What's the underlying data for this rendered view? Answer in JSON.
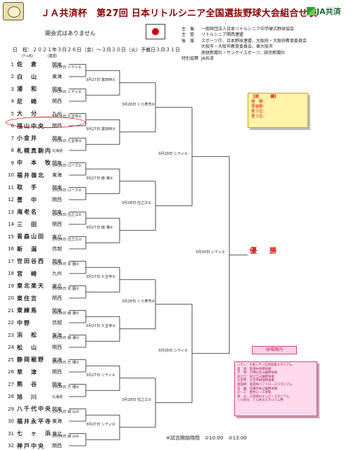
{
  "header": {
    "title": "ＪＡ共済杯　第27回 日本リトルシニア全国選抜野球大会組合せ表",
    "ja_logo_text": "JA共済",
    "ceremony_note": "開会式はありません"
  },
  "info_lines": [
    {
      "key": "主　催",
      "value": "一般財団法人日本リトルシニア中学硬式野球協会"
    },
    {
      "key": "主　管",
      "value": "リトルシニア関西連盟"
    },
    {
      "key": "後　援",
      "value": "スポーツ庁、日本野球連盟、大阪府・大阪府教育委員会"
    },
    {
      "key": "",
      "value": "大阪市・大阪市教育委員会、東大阪市"
    },
    {
      "key": "",
      "value": "産経新聞社・サンケイスポーツ、読売新聞社"
    },
    {
      "key": "特別協賛",
      "value": "JA共済"
    }
  ],
  "dates_line": "日　程：２０２１年３月２６日（金）～３月３０日（火）予備日３月３１日",
  "column_head": "(ﾁｰﾑ名)　　　　(連盟)",
  "teams": [
    {
      "no": "1",
      "name": "佐　倉",
      "region": "関東"
    },
    {
      "no": "2",
      "name": "白　山",
      "region": "東海"
    },
    {
      "no": "3",
      "name": "浦　和",
      "region": "関東"
    },
    {
      "no": "4",
      "name": "尼　崎",
      "region": "関西"
    },
    {
      "no": "5",
      "name": "大　分",
      "region": "九州"
    },
    {
      "no": "6",
      "name": "福山中央",
      "region": "関西"
    },
    {
      "no": "7",
      "name": "小金井",
      "region": "関東"
    },
    {
      "no": "8",
      "name": "札幌真駒内",
      "region": "北海道"
    },
    {
      "no": "9",
      "name": "中　本　牧",
      "region": "関東"
    },
    {
      "no": "10",
      "name": "福井嶺北",
      "region": "東海"
    },
    {
      "no": "11",
      "name": "取　手",
      "region": "関東"
    },
    {
      "no": "12",
      "name": "豊　中",
      "region": "関西"
    },
    {
      "no": "13",
      "name": "海老名",
      "region": "関東"
    },
    {
      "no": "14",
      "name": "三　田",
      "region": "関西"
    },
    {
      "no": "15",
      "name": "青森山田",
      "region": "東北"
    },
    {
      "no": "16",
      "name": "新　潟",
      "region": "信越"
    },
    {
      "no": "17",
      "name": "世田谷西",
      "region": "関東"
    },
    {
      "no": "18",
      "name": "宮　崎",
      "region": "九州"
    },
    {
      "no": "19",
      "name": "東北楽天",
      "region": "東北"
    },
    {
      "no": "20",
      "name": "東住吉",
      "region": "関西"
    },
    {
      "no": "21",
      "name": "東練馬",
      "region": "関東"
    },
    {
      "no": "22",
      "name": "中野",
      "region": "信越"
    },
    {
      "no": "23",
      "name": "浜　松",
      "region": "東海"
    },
    {
      "no": "24",
      "name": "松　山",
      "region": "関西"
    },
    {
      "no": "25",
      "name": "静岡裾野",
      "region": "東海"
    },
    {
      "no": "26",
      "name": "草　津",
      "region": "関西"
    },
    {
      "no": "27",
      "name": "熊　谷",
      "region": "関東"
    },
    {
      "no": "28",
      "name": "旭　川",
      "region": "北海道"
    },
    {
      "no": "29",
      "name": "八千代中央",
      "region": "関東"
    },
    {
      "no": "30",
      "name": "福井永平寺",
      "region": "東海"
    },
    {
      "no": "31",
      "name": "七　ヶ　浜",
      "region": "東北"
    },
    {
      "no": "32",
      "name": "神戸中央",
      "region": "関西"
    }
  ],
  "round1": [
    "3月26日 シティ①",
    "3月26日 シティ②",
    "3月26日 久宝寺①",
    "3月26日 久宝寺②",
    "3月26日 ローズ①",
    "3月26日 ローズ②",
    "3月26日 住之江①",
    "3月26日 住之江②",
    "3月26日 花 園①",
    "3月26日 花 園②",
    "3月26日 南 港①",
    "3月26日 南 港②",
    "3月26日 万 博①",
    "3月26日 万 博②",
    "3月26日 城 山①",
    "3月26日 城 山②"
  ],
  "round2": [
    "3月27日 富田林①",
    "3月27日 富田林②",
    "3月27日 南 港①",
    "3月27日 南 港②",
    "3月27日 久宝寺①",
    "3月27日 久宝寺②",
    "3月27日 シティ①",
    "3月27日 シティ②"
  ],
  "round3": [
    "3月28日 くら寿司①",
    "3月28日 住之江①",
    "3月28日 くら寿司②",
    "3月28日 住之江②"
  ],
  "round4": [
    "3月29日 シティ①",
    "3月29日 シティ②"
  ],
  "final": "3月30日 シティ①",
  "champion": "優　勝",
  "results_box": {
    "title": "【成　　　績】",
    "rows": [
      "優　勝：",
      "準優勝：",
      "第３位：",
      "第３位："
    ]
  },
  "venue_box": {
    "title": "球場案内",
    "rows": [
      "シティ：大阪シティ信用金庫スタジアム",
      "南　港：南港中央野球場",
      "万　博：万博記念公園野球場",
      "住之江：住之江公園野球場",
      "久宝寺：久宝寺緑地野球場",
      "富田林：富田林バファローズスタジアム",
      "花　園：花園中央公園野球場",
      "ローズ：豊中ローズ球場",
      "城　山：三田城山キッピースタジアム",
      "くら寿司：くら寿司スタジアム堺"
    ]
  },
  "footer": "※試合開始時間　①10:00　②13:00",
  "colors": {
    "title": "#8b0000",
    "highlight": "#d81b1b",
    "results_bg": "#fff4a8",
    "venue_bg": "#ffd9ec"
  }
}
